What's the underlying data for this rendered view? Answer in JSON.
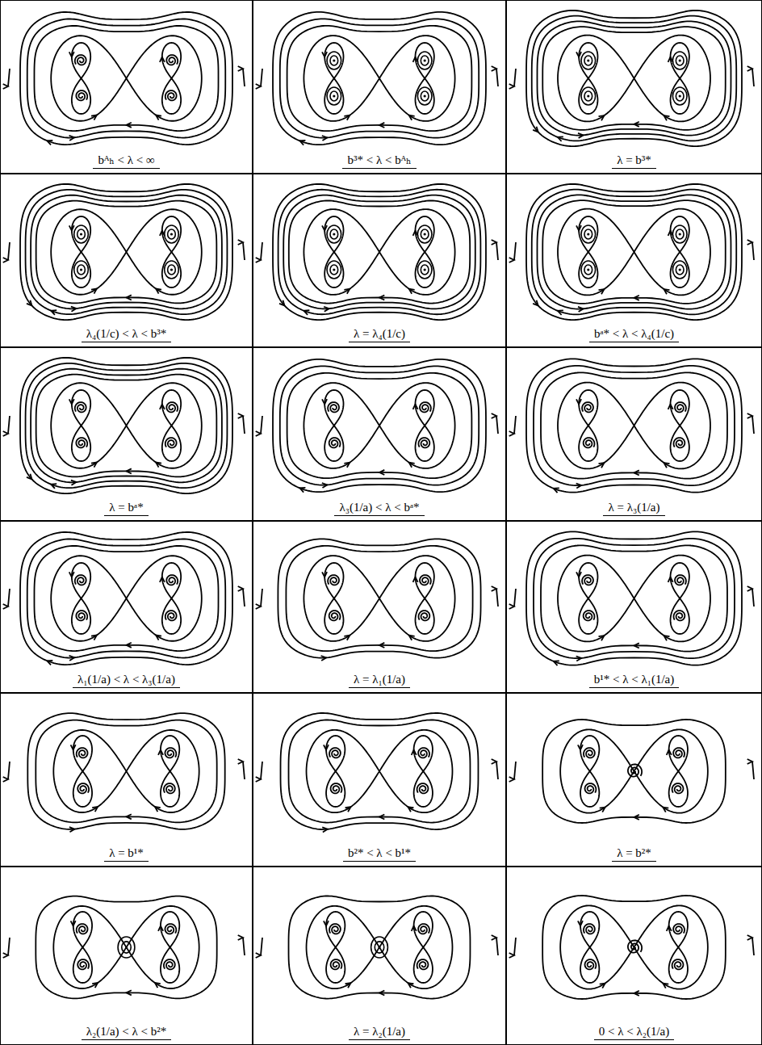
{
  "diagram": {
    "nodes": [
      {
        "text": [
          "bᴬₕ < λ < ∞"
        ]
      },
      {
        "text": [
          "b³* < λ < bᴬₕ"
        ]
      },
      {
        "text": [
          "λ = b³*"
        ]
      },
      {
        "text": [
          "λ₄(1/c) < λ < b³*"
        ]
      },
      {
        "text": [
          "λ = λ₄(1/c)"
        ]
      },
      {
        "text": [
          "bᵃ* < λ < λ₄(1/c)"
        ]
      },
      {
        "text": [
          "λ = bᵃ*"
        ]
      },
      {
        "text": [
          "λ₃(1/a) < λ < bᵃ*"
        ]
      },
      {
        "text": [
          "λ = λ₃(1/a)"
        ]
      },
      {
        "text": [
          "λ₁(1/a) < λ < λ₃(1/a)"
        ]
      },
      {
        "text": [
          "λ = λ₁(1/a)"
        ]
      },
      {
        "text": [
          "b¹* < λ < λ₁(1/a)"
        ]
      },
      {
        "text": [
          "λ = b¹*"
        ]
      },
      {
        "text": [
          "b²* < λ < b¹*"
        ]
      },
      {
        "text": [
          "λ = b²*"
        ]
      },
      {
        "text": [
          "λ₂(1/a) < λ < b²*"
        ]
      },
      {
        "text": [
          "λ = λ₂(1/a)"
        ]
      },
      {
        "text": [
          "0 < λ < λ₂(1/a)"
        ]
      }
    ]
  }
}
